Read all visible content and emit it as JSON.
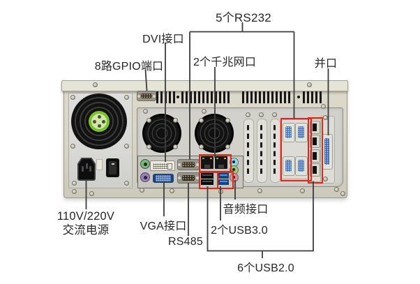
{
  "callouts": {
    "rs232": "5个RS232",
    "dvi": "DVI接口",
    "gpio": "8路GPIO端口",
    "gigabit_lan": "2个千兆网口",
    "parallel": "并口",
    "power_line1": "110V/220V",
    "power_line2": "交流电源",
    "vga": "VGA接口",
    "rs485": "RS485",
    "usb3": "2个USB3.0",
    "audio": "音频接口",
    "usb2": "6个USB2.0"
  },
  "colors": {
    "highlight-red": "#e8231b",
    "callout-line": "#3c3c3c",
    "label-text": "#262626",
    "chassis": "#d7d4c6",
    "chassis-flange": "#e6e3d7",
    "tray": "#d2d1cc",
    "psu-panel": "#d8d8d5",
    "io-shield": "#c7c6c0",
    "fan-hub-green": "#7ac228",
    "vga-blue": "#4a6cb4",
    "db9-card-blue": "#4e7ec2",
    "usb3-blue": "#2f6fc0",
    "ps2-green": "#72bd72",
    "ps2-purple": "#9a7cc2",
    "audio-cyan": "#8fd8e8",
    "audio-green": "#9ec86f",
    "audio-pink": "#e08a9a"
  }
}
